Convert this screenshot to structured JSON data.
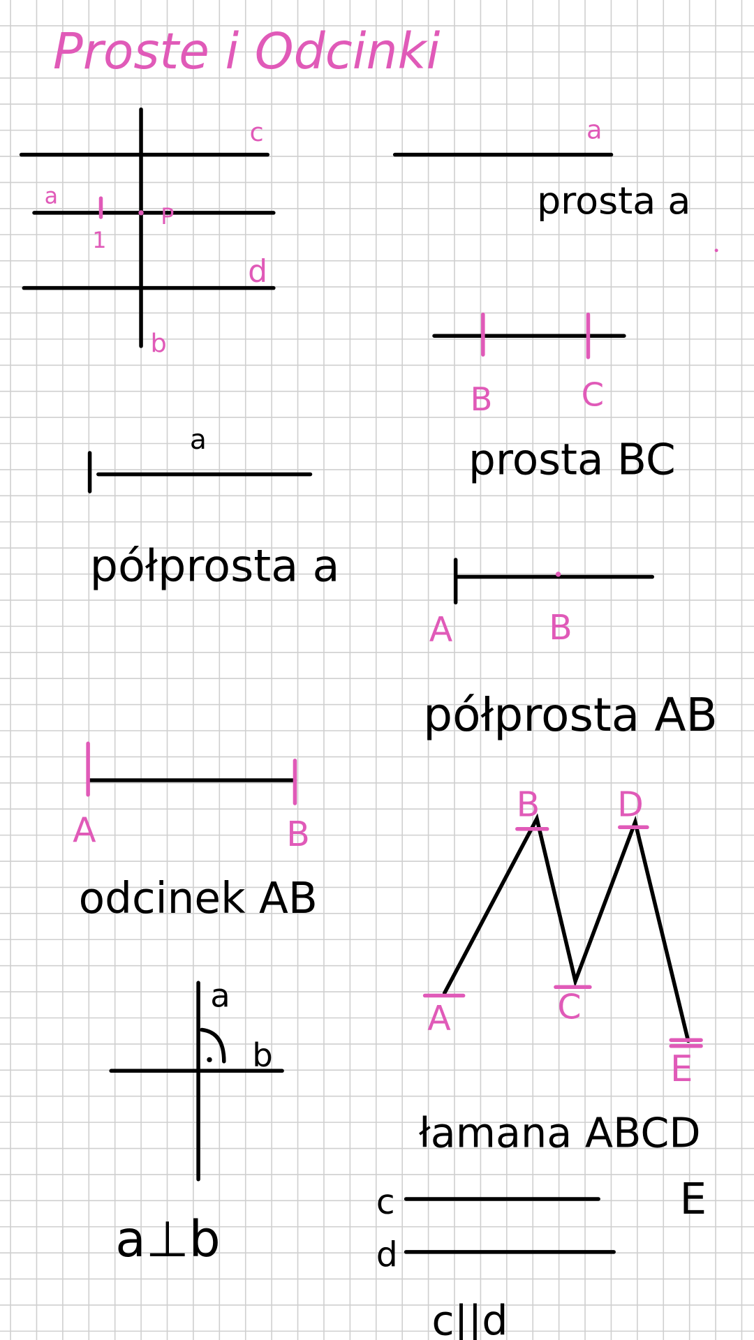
{
  "colors": {
    "background": "#ffffff",
    "grid": "#cfcfcf",
    "ink": "#000000",
    "accent": "#e05ab8"
  },
  "title": "Proste i Odcinki",
  "diagram_parallel_grid": {
    "labels": {
      "a": "a",
      "b": "b",
      "c": "c",
      "d": "d",
      "one": "1",
      "mark": "P"
    }
  },
  "diagram_line_a": {
    "label": "a",
    "caption": "prosta a"
  },
  "diagram_line_bc": {
    "label_b": "B",
    "label_c": "C",
    "caption": "prosta BC"
  },
  "diagram_ray_a": {
    "label": "a",
    "caption": "półprosta a"
  },
  "diagram_ray_ab": {
    "label_a": "A",
    "label_b": "B",
    "caption": "półprosta AB"
  },
  "diagram_segment_ab": {
    "label_a": "A",
    "label_b": "B",
    "caption": "odcinek AB"
  },
  "diagram_perpendicular": {
    "label_a": "a",
    "label_b": "b",
    "caption": "a⊥b"
  },
  "diagram_polyline": {
    "labels": [
      "A",
      "B",
      "C",
      "D",
      "E"
    ],
    "caption": "łamana ABCD",
    "caption_extra": "E"
  },
  "diagram_parallel": {
    "label_c": "c",
    "label_d": "d",
    "caption": "c||d"
  }
}
